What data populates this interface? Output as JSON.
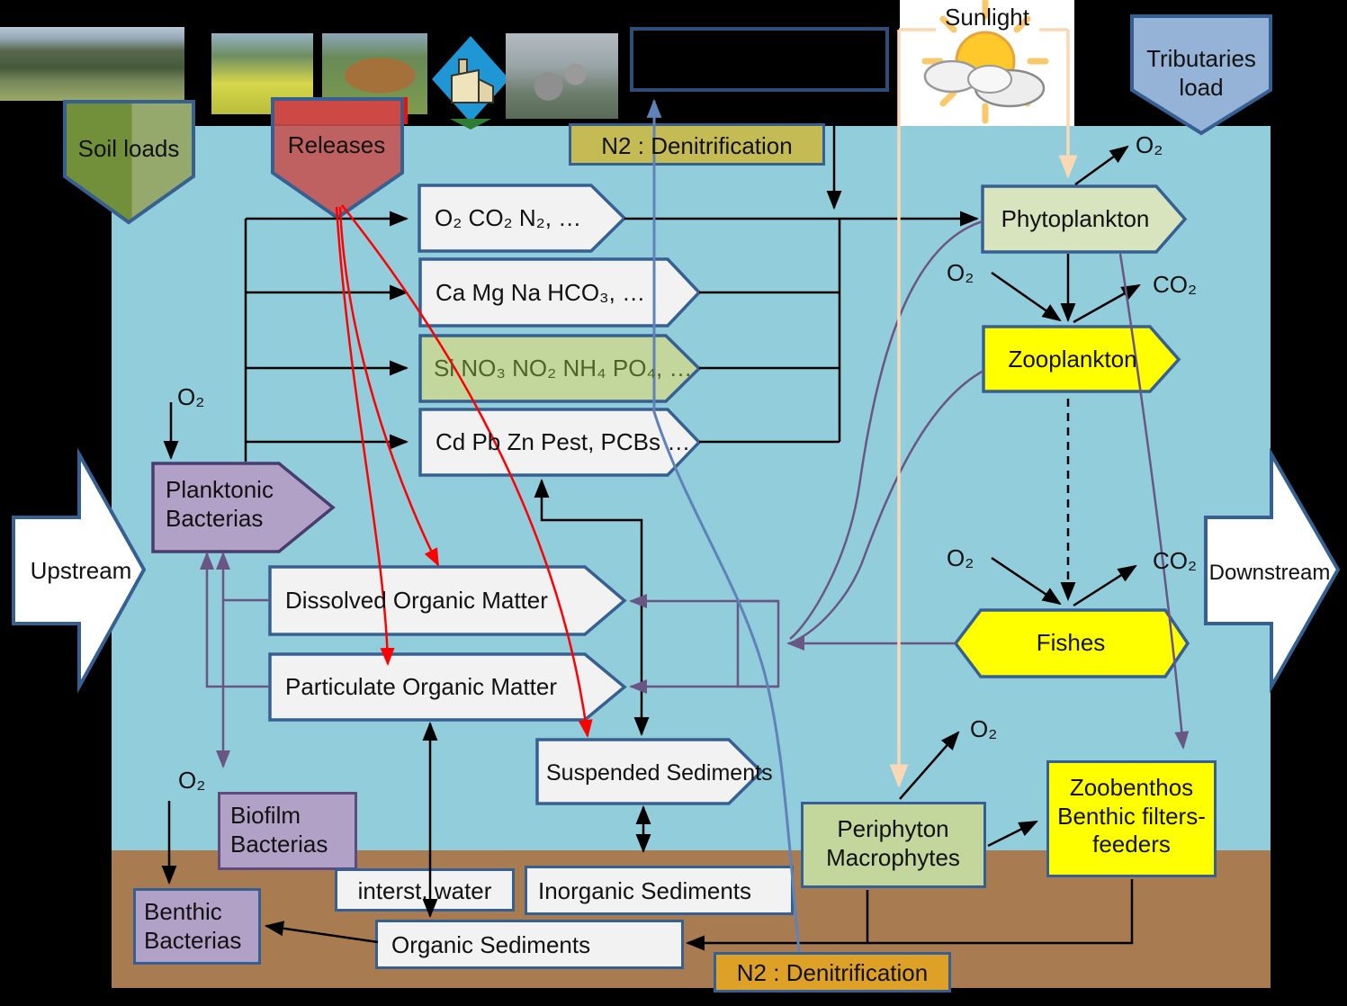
{
  "banners": {
    "soil_loads": "Soil loads",
    "releases": "Releases",
    "tributaries_load": "Tributaries load",
    "sunlight": "Sunlight"
  },
  "flow_arrows": {
    "upstream": "Upstream",
    "downstream": "Downstream"
  },
  "denitrification": {
    "top": "N2 : Denitrification",
    "bottom": "N2 : Denitrification"
  },
  "dissolved_chevrons": {
    "gases": "O₂ CO₂ N₂, …",
    "major_ions": "Ca Mg Na HCO₃, …",
    "nutrients": "Si NO₃ NO₂ NH₄ PO₄, …",
    "micropollutants": "Cd Pb Zn Pest, PCBs …"
  },
  "biota": {
    "phytoplankton": "Phytoplankton",
    "zooplankton": "Zooplankton",
    "fishes": "Fishes",
    "planktonic_bacterias": "Planktonic Bacterias",
    "biofilm_bacterias": "Biofilm Bacterias",
    "benthic_bacterias": "Benthic Bacterias",
    "periphyton_macrophytes": "Periphyton Macrophytes",
    "zoobenthos": "Zoobenthos Benthic filters-feeders"
  },
  "matter": {
    "dissolved_organic_matter": "Dissolved Organic Matter",
    "particulate_organic_matter": "Particulate Organic Matter",
    "suspended_sediments": "Suspended Sediments",
    "interstitial_water": "interst. water",
    "inorganic_sediments": "Inorganic Sediments",
    "organic_sediments": "Organic Sediments"
  },
  "gas_labels": {
    "o2": "O₂",
    "co2": "CO₂"
  },
  "colors": {
    "water": "#92CDDC",
    "sediment": "#A87C50",
    "border_blue": "#376092",
    "yellow_biota": "#FFFF00",
    "purple_bacteria_box": "#B2A1C7",
    "green_nutrient_chevron": "#C3D69B",
    "phytoplankton_green": "#D7E4BD",
    "n2_top_box": "#C4BB54",
    "n2_bottom_box": "#DDA128",
    "soil_green": "#72903A",
    "releases_red": "#C65552",
    "tributaries_blue": "#95B3D7",
    "red_flow_arrow": "#FF0000",
    "purple_flow_arrow": "#6A5685",
    "blue_flow_arrow": "#5F82B8",
    "sunlight_peach_arrow": "#FAD8B3"
  }
}
